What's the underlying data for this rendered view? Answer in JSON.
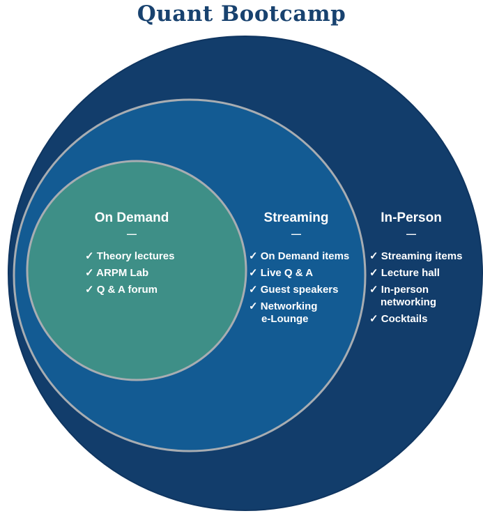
{
  "title": "Quant Bootcamp",
  "colors": {
    "outer": "#123d6b",
    "middle": "#135b93",
    "inner": "#3e8f87",
    "stroke": "#a8adb2",
    "title": "#18426f",
    "text": "#ffffff"
  },
  "rings": {
    "in_person": {
      "label": "In-Person",
      "divider": "—",
      "items": [
        "✓ Streaming items",
        "✓ Lecture hall",
        "✓ In-person",
        "networking",
        "✓ Cocktails"
      ]
    },
    "streaming": {
      "label": "Streaming",
      "divider": "—",
      "items": [
        "✓ On Demand items",
        "✓ Live Q & A",
        "✓ Guest speakers",
        "✓ Networking",
        "e-Lounge"
      ]
    },
    "on_demand": {
      "label": "On Demand",
      "divider": "—",
      "items": [
        "✓ Theory lectures",
        "✓ ARPM Lab",
        "✓ Q & A forum"
      ]
    }
  }
}
